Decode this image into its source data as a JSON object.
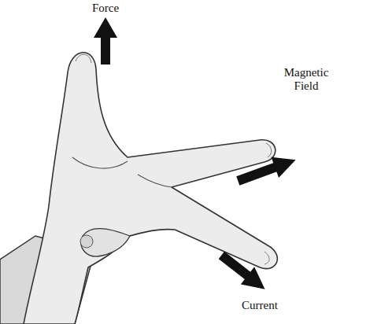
{
  "diagram": {
    "labels": [
      "Force",
      "Magnetic Field",
      "Current"
    ]
  }
}
